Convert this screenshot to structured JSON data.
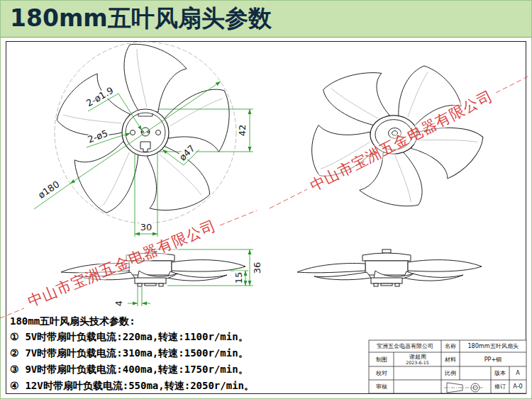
{
  "diagram": {
    "title": "180mm五叶风扇头参数",
    "labels": [
      "2-ø1.9",
      "2-ø5",
      "42",
      "ø47",
      "ø180",
      "30",
      "36",
      "15",
      "4",
      "中山市宝洲五金电器有限公司",
      "中山市宝洲五金电器有限公司",
      "180mm五叶风扇头技术参数:",
      "① 5V时带扇叶负载电流:220ma,转速:1100r/min。",
      "② 7V时带扇叶负载电流:310ma,转速:1500r/min。",
      "③ 9V时带扇叶负载电流:400ma,转速:1750r/min。",
      "④ 12V时带扇叶负载电流:550ma,转速:2050r/min。",
      "宝洲五金电器有限公司",
      "名称",
      "180mm五叶风扇头",
      "制图",
      "谢超周",
      "2023-6-15",
      "材料",
      "PP+铜",
      "校对",
      "比例",
      "版本",
      "A",
      "审核",
      "修订",
      "A-0"
    ]
  }
}
